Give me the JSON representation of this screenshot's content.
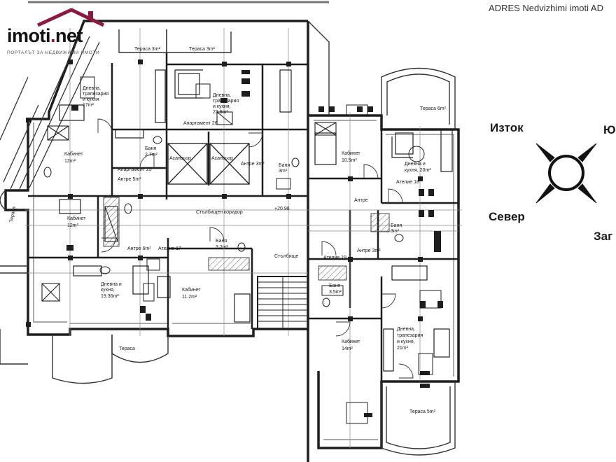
{
  "header": {
    "agency": "ADRES Nedvizhimi imoti AD"
  },
  "logo": {
    "brand": "imoti",
    "dot": ".",
    "tld": "net",
    "tagline": "ПОРТАЛЪТ ЗА НЕДВИЖИМИ ИМОТИ"
  },
  "compass": {
    "east": "Изток",
    "south": "Ю",
    "north": "Север",
    "west": "Заг"
  },
  "labels": {
    "tr1": "Тераса 3m²",
    "tr2": "Тераса 3m²",
    "tr3": "Тераса 6m²",
    "tr4": "Тераса",
    "tr5": "Тераса 5m²",
    "tr_side": "Тераса",
    "l1a": "Дневна,",
    "l1b": "трапезария",
    "l1c": "и кухня",
    "l1d": "17m²",
    "l2a": "Дневна,",
    "l2b": "трапезария",
    "l2c": "и кухня,",
    "l2d": "23.5m²",
    "ap26": "Апартамент 26",
    "ap25": "Апартамент 25",
    "at18": "Ателие 18",
    "at19": "Ателие 19",
    "at17": "Ателие 17",
    "k1a": "Кабинет",
    "k1b": "12m²",
    "k2a": "Кабинет",
    "k2b": "12m²",
    "k3a": "Кабинет",
    "k3b": "10.5m²",
    "k4a": "Кабинет",
    "k4b": "11.2m²",
    "k5a": "Кабинет",
    "k5b": "14m²",
    "b1a": "Баня",
    "b1b": "2.7m²",
    "b2a": "Баня",
    "b2b": "3m²",
    "b3a": "Баня",
    "b3b": "3.2m²",
    "b4a": "Баня",
    "b4b": "3m²",
    "b5a": "Баня",
    "b5b": "3.5m²",
    "as1": "Асансьор",
    "as2": "Асансьор",
    "an1": "Антре 5m²",
    "an2": "Антре 3m²",
    "an3": "Антре 6m²",
    "an4": "Антре",
    "an5": "Антре 3m²",
    "d3a": "Дневна и",
    "d3b": "кухня, 20m²",
    "d4a": "Дневна и",
    "d4b": "кухня,",
    "d4c": "19.36m²",
    "d5a": "Дневна,",
    "d5b": "трапезария",
    "d5c": "и кухня,",
    "d5d": "21m²",
    "corr": "Стълбищен коридор",
    "level": "+20.98",
    "stairs": "Стълбище"
  }
}
